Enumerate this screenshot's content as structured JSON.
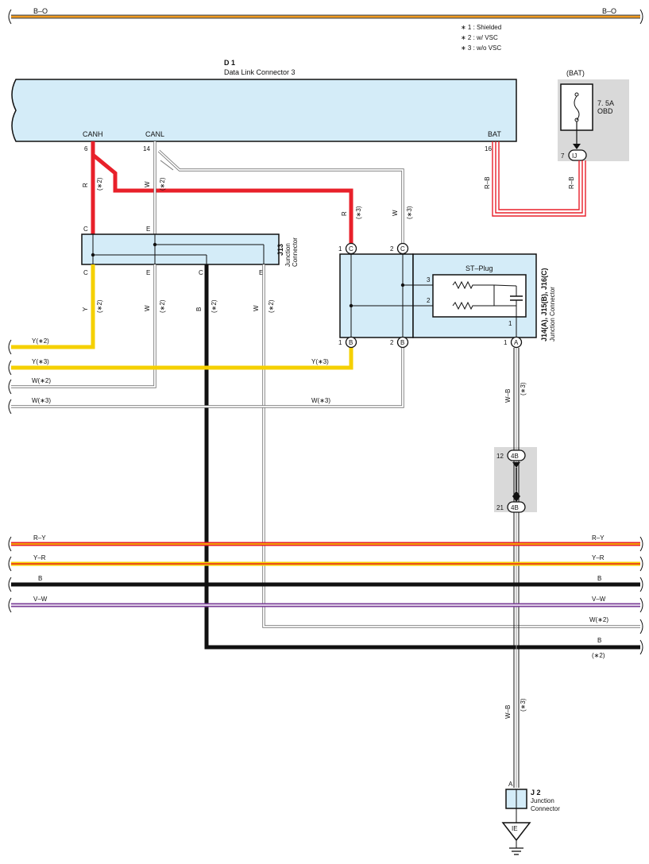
{
  "notes": [
    "∗ 1 : Shielded",
    "∗ 2 : w/ VSC",
    "∗ 3 : w/o VSC"
  ],
  "top_wire": {
    "left_label": "B–O",
    "right_label": "B–O"
  },
  "d1": {
    "id": "D 1",
    "name": "Data Link Connector 3",
    "pins": [
      {
        "name": "CANH",
        "num": "6"
      },
      {
        "name": "CANL",
        "num": "14"
      },
      {
        "name": "BAT",
        "num": "16"
      }
    ]
  },
  "battery": {
    "label": "(BAT)",
    "fuse_amp": "7. 5A",
    "fuse_name": "OBD",
    "conn_pin": "7",
    "conn_id": "IJ"
  },
  "wire_labels": {
    "r": "R",
    "w": "W",
    "y": "Y",
    "b": "B",
    "rb": "R–B",
    "wb": "W–B",
    "s2": "(∗2)",
    "s3": "(∗3)"
  },
  "j13": {
    "id": "J13",
    "name_line1": "Junction",
    "name_line2": "Connector",
    "top_pins": [
      "C",
      "E"
    ],
    "bottom_pins": [
      "C",
      "E",
      "C",
      "E"
    ]
  },
  "j14": {
    "id": "J14(A), J15(B), J16(C)",
    "name": "Junction Connector",
    "st_plug": "ST–Plug",
    "plug_pins": [
      "3",
      "2",
      "1"
    ],
    "top_pins": [
      {
        "num": "1",
        "conn": "C"
      },
      {
        "num": "2",
        "conn": "C"
      }
    ],
    "bottom_pins": [
      {
        "num": "1",
        "conn": "B"
      },
      {
        "num": "2",
        "conn": "B"
      },
      {
        "num": "1",
        "conn": "A"
      }
    ]
  },
  "left_wires": [
    {
      "left": "Y(∗2)",
      "right": ""
    },
    {
      "left": "Y(∗3)",
      "right": "Y(∗3)"
    },
    {
      "left": "W(∗2)",
      "right": ""
    },
    {
      "left": "W(∗3)",
      "right": "W(∗3)"
    }
  ],
  "conn_4b": {
    "top_pin": "12",
    "bottom_pin": "21",
    "id": "4B"
  },
  "bottom_wires": [
    {
      "left": "R–Y",
      "right": "R–Y"
    },
    {
      "left": "Y–R",
      "right": "Y–R"
    },
    {
      "left": "B",
      "right": "B"
    },
    {
      "left": "V–W",
      "right": "V–W"
    },
    {
      "left": "",
      "right": "W(∗2)"
    },
    {
      "left": "",
      "right": "B"
    },
    {
      "left": "",
      "right": "(∗2)"
    }
  ],
  "j2": {
    "pin": "A",
    "id": "J 2",
    "name_line1": "Junction",
    "name_line2": "Connector"
  },
  "ground": {
    "id": "IE"
  },
  "colors": {
    "red": "#e8202a",
    "yellow": "#f5d000",
    "black": "#111111",
    "box_fill": "#d4ecf8",
    "grey_bg": "#d9d9d9",
    "orange": "#f29a1d",
    "violet": "#7b3f98"
  }
}
